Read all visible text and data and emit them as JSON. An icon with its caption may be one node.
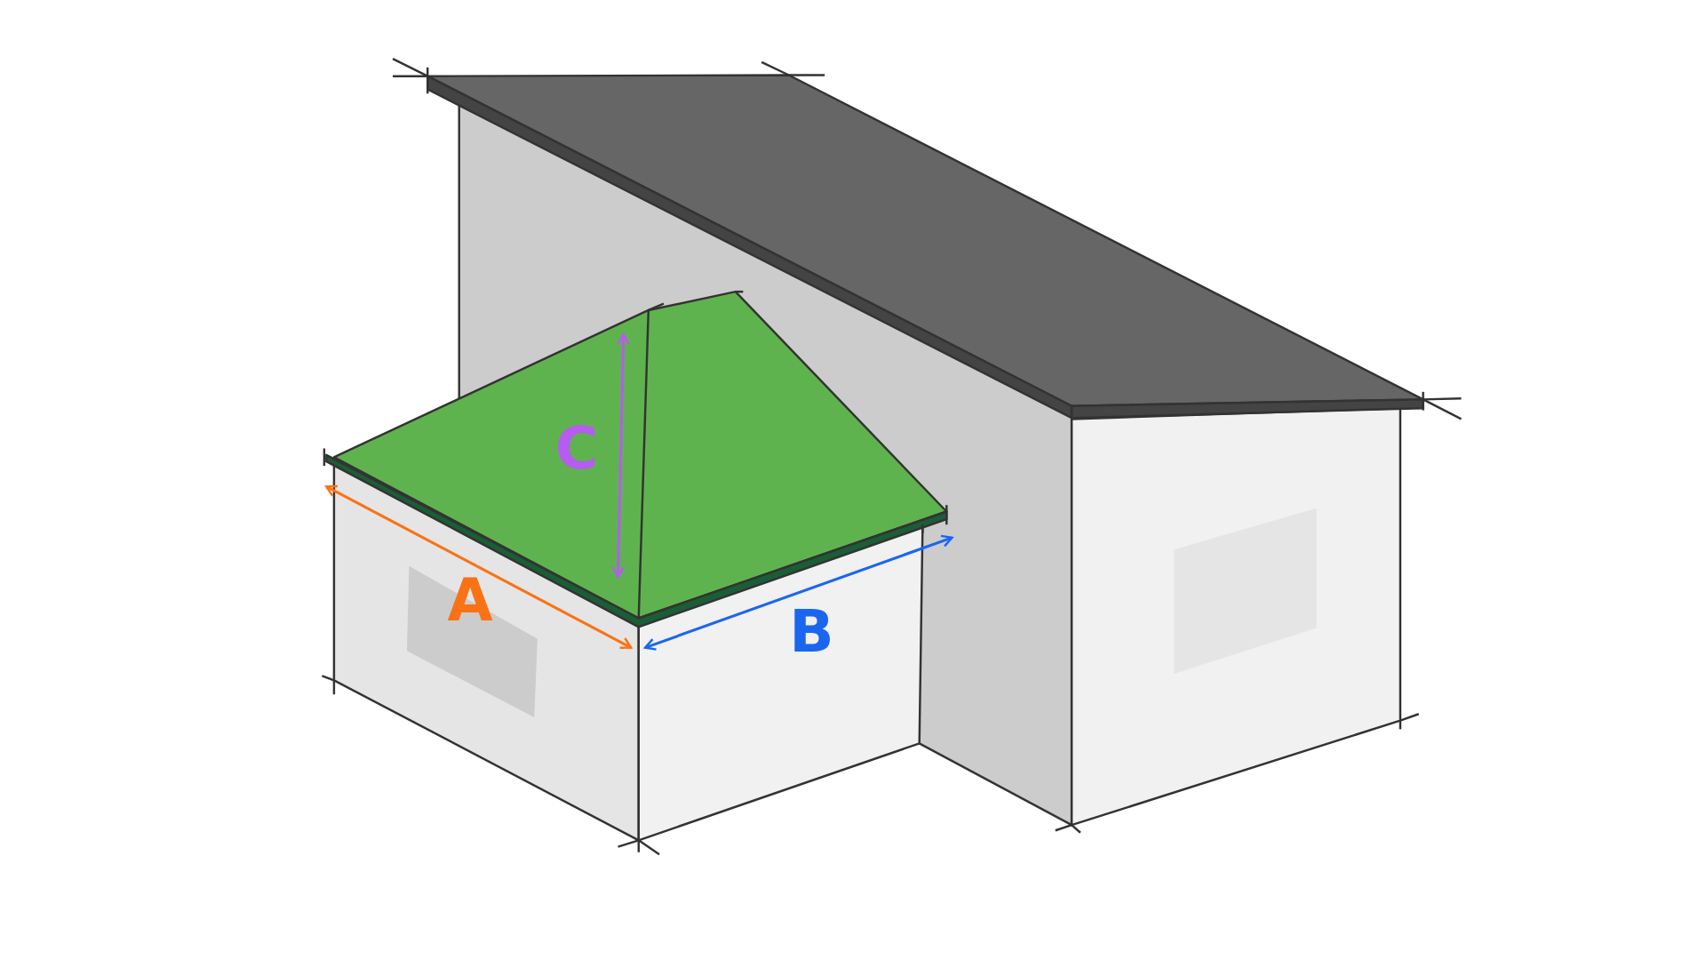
{
  "diagram": {
    "labels": [
      "C",
      "A",
      "B"
    ]
  }
}
